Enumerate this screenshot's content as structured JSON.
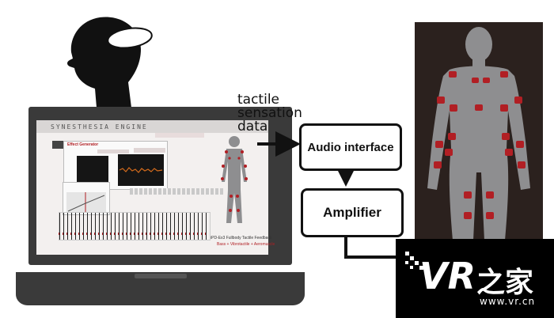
{
  "tactile_label": [
    "tactile",
    "sensation",
    "data"
  ],
  "boxes": {
    "audio_interface": "Audio interface",
    "amplifier": "Amplifier"
  },
  "screen": {
    "app_title": "SYNESTHESIA ENGINE",
    "effect_panel_title": "Effect Generator",
    "footer_line1": "iPD-Ex3 Fullbody Tactile Feedback",
    "footer_line2": "Bass + Vibrotactile + Aeromuscle"
  },
  "colors": {
    "body_dark_bg": "#2b211e",
    "body_gray": "#8e8e90",
    "actuator_red": "#b11f24",
    "screen_bg": "#f3f0ef",
    "laptop_frame": "#3a3a3a"
  },
  "watermark": {
    "brand_letters": "VR",
    "brand_chinese": "之家",
    "url": "www.vr.cn"
  }
}
